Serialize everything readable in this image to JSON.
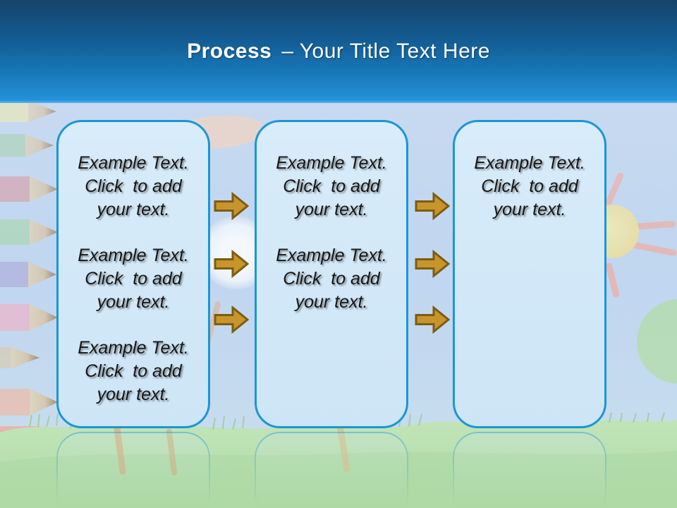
{
  "slide": {
    "title_bold": "Process",
    "title_rest": "– Your Title Text Here"
  },
  "boxes": [
    {
      "paragraphs": [
        "Example Text.\nClick  to add\nyour text.",
        "Example Text.\nClick  to add\nyour text.",
        "Example Text.\nClick  to add\nyour text."
      ]
    },
    {
      "paragraphs": [
        "Example Text.\nClick  to add\nyour text.",
        "Example Text.\nClick  to add\nyour text."
      ]
    },
    {
      "paragraphs": [
        "Example Text.\nClick  to add\nyour text."
      ]
    }
  ],
  "arrows": {
    "count": 6,
    "icon": "right-block-arrow"
  },
  "colors": {
    "header_gradient_top": "#16436c",
    "header_gradient_bottom": "#2391d8",
    "title_text": "#ffffff",
    "box_fill": "#d3e8f8",
    "box_border": "#1b96d6",
    "arrow_fill": "#c8942c",
    "arrow_border": "#7c5c12",
    "body_text": "#161616",
    "sky": "#bdd3ee",
    "grass": "#a4d695",
    "sun": "#eedd8d"
  }
}
